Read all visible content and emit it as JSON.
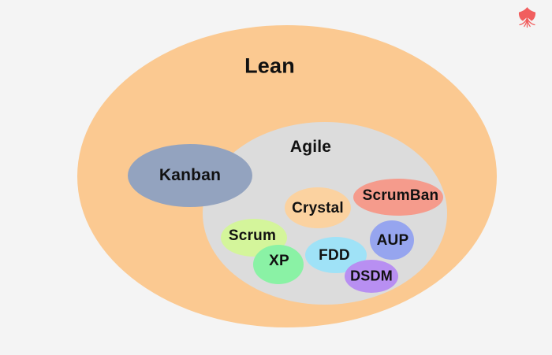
{
  "page": {
    "background_color": "#f4f4f4",
    "text_color": "#111111"
  },
  "brand": {
    "logo_icon": "red-crown-leaf-icon",
    "logo_color": "#f15e5e"
  },
  "diagram": {
    "type": "euler-venn",
    "sets": [
      {
        "id": "lean",
        "label": "Lean",
        "fill": "#fbc991",
        "contained_in": null
      },
      {
        "id": "agile",
        "label": "Agile",
        "fill": "#dcdcdc",
        "contained_in": "lean"
      },
      {
        "id": "kanban",
        "label": "Kanban",
        "fill": "#93a3bf",
        "contained_in": "lean",
        "overlaps": "agile"
      },
      {
        "id": "crystal",
        "label": "Crystal",
        "fill": "#fbd2a0",
        "contained_in": "agile"
      },
      {
        "id": "scrumban",
        "label": "ScrumBan",
        "fill": "#f59b8c",
        "contained_in": "agile"
      },
      {
        "id": "scrum",
        "label": "Scrum",
        "fill": "#d4f59b",
        "contained_in": "agile"
      },
      {
        "id": "xp",
        "label": "XP",
        "fill": "#8af2a5",
        "contained_in": "agile"
      },
      {
        "id": "fdd",
        "label": "FDD",
        "fill": "#9fe2f7",
        "contained_in": "agile"
      },
      {
        "id": "aup",
        "label": "AUP",
        "fill": "#96a5ef",
        "contained_in": "agile"
      },
      {
        "id": "dsdm",
        "label": "DSDM",
        "fill": "#b88ff2",
        "contained_in": "agile"
      }
    ]
  }
}
